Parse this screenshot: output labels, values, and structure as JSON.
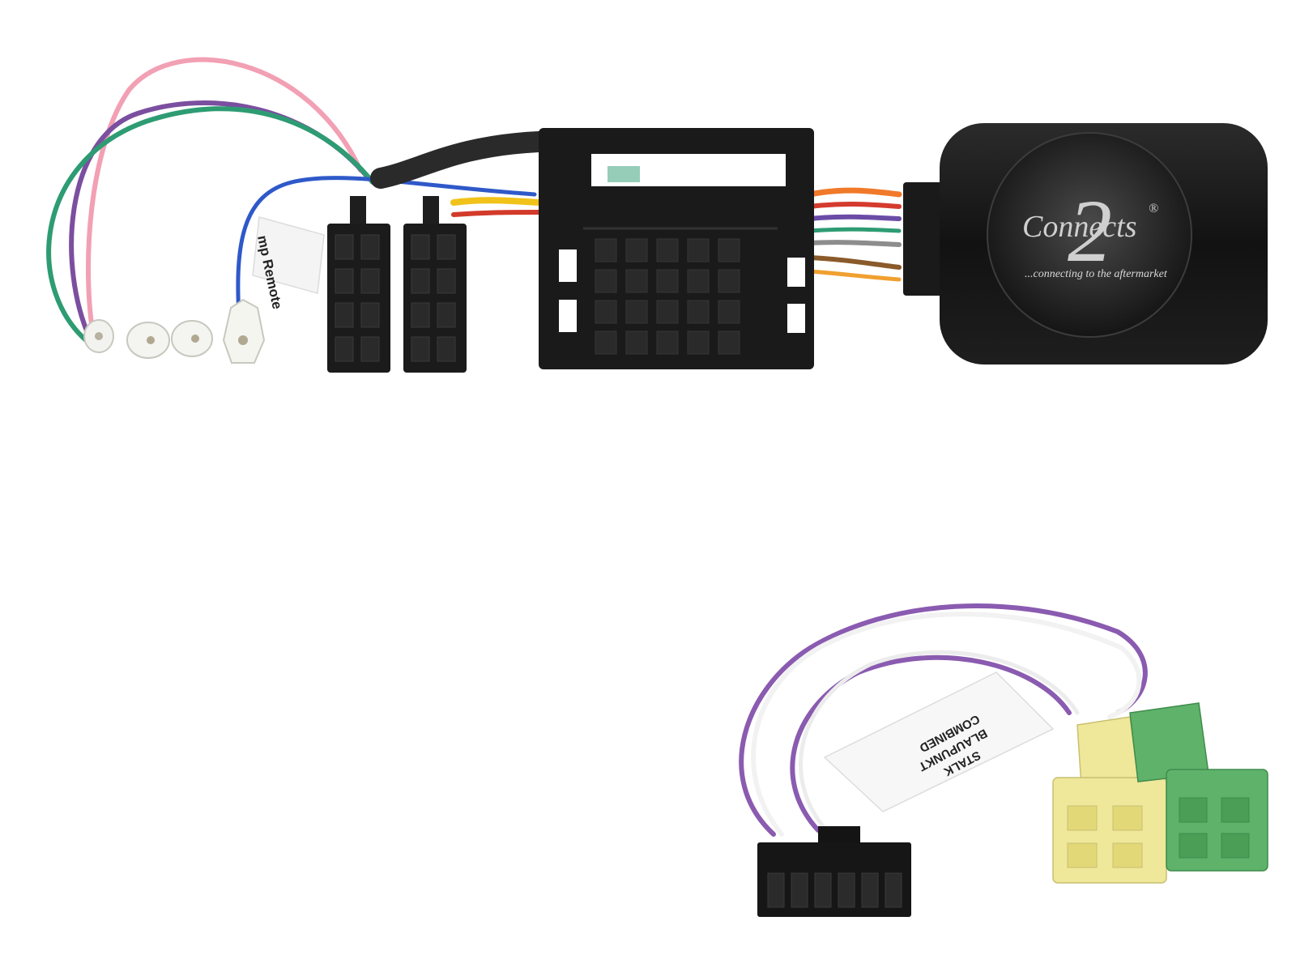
{
  "scene": {
    "description_free": true,
    "colors": {
      "background": "#ffffff",
      "connector": "#1b1b1b",
      "module": "#151515",
      "wire_pink": "#f2a0b4",
      "wire_purple": "#7b4fa0",
      "wire_green": "#2e9c73",
      "wire_blue": "#2f59c9",
      "wire_orange": "#f07a2a",
      "wire_violet_pair": "#8a5bb0",
      "mini_iso_yellow": "#efe79a",
      "mini_iso_green": "#5fb26a"
    }
  },
  "labels": {
    "remote_tag": "mp Remote",
    "stalk_line1": "COMBINED",
    "stalk_line2": "BLAUPUNKT",
    "stalk_line3": "STALK"
  },
  "logo": {
    "numeral": "2",
    "wordmark": "Connects",
    "registered": "®",
    "tagline": "...connecting to the aftermarket"
  },
  "icons": {
    "iso_connector": "iso-connector-icon",
    "quadlock_connector": "quadlock-connector-icon",
    "interface_module": "interface-module-icon",
    "mini_iso_connector": "mini-iso-connector-icon",
    "molex_plug": "molex-plug-icon",
    "spade_terminals": "spade-terminal-icon"
  }
}
